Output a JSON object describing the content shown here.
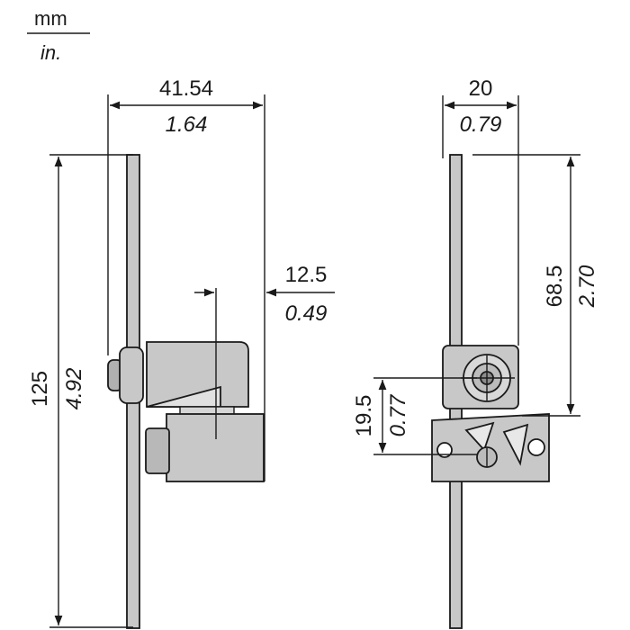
{
  "units": {
    "primary": "mm",
    "secondary": "in."
  },
  "dimensions": {
    "width_overall": {
      "mm": "41.54",
      "in": "1.64"
    },
    "offset_shaft": {
      "mm": "12.5",
      "in": "0.49"
    },
    "height_overall": {
      "mm": "125",
      "in": "4.92"
    },
    "depth": {
      "mm": "20",
      "in": "0.79"
    },
    "top_to_body": {
      "mm": "68.5",
      "in": "2.70"
    },
    "shaft_spacing": {
      "mm": "19.5",
      "in": "0.77"
    }
  },
  "colors": {
    "part_fill": "#c8c8c8",
    "part_dark": "#8c8c8c",
    "line": "#1a1a1a"
  }
}
